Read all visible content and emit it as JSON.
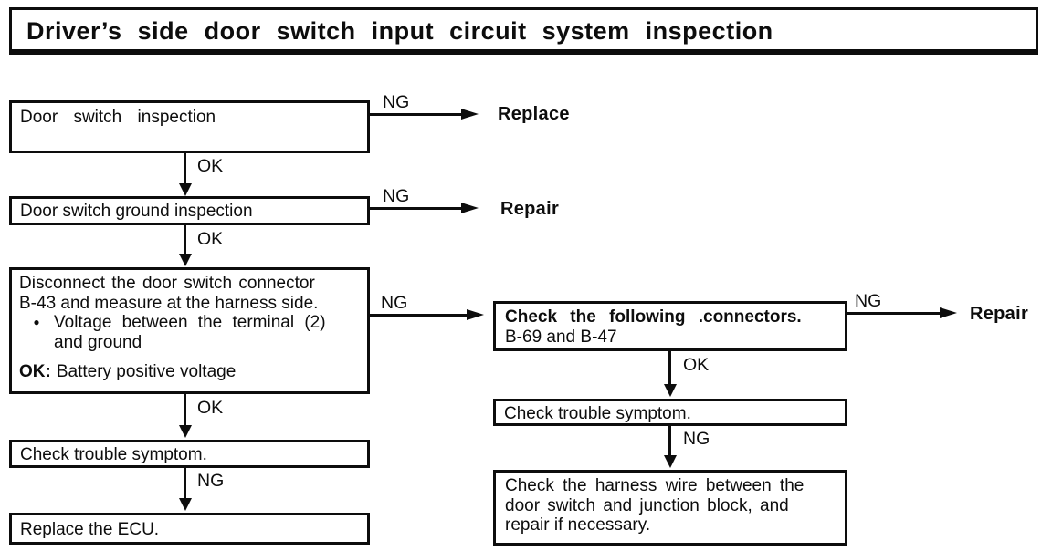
{
  "title": "Driver’s side door switch input circuit system inspection",
  "labels": {
    "ng": "NG",
    "ok": "OK"
  },
  "outcomes": {
    "replace": "Replace",
    "repair_top": "Repair",
    "repair_right": "Repair"
  },
  "boxes": {
    "door_switch_inspection": {
      "text": "Door switch inspection"
    },
    "door_switch_ground": {
      "text": "Door switch ground inspection"
    },
    "disconnect": {
      "line1": "Disconnect the door switch connector",
      "line2": "B-43 and measure at the harness side.",
      "bullet_glyph": "●",
      "bullet_line1": "Voltage between the terminal (2)",
      "bullet_line2": "and ground",
      "ok_prefix": "OK:",
      "ok_value": "Battery positive voltage"
    },
    "check_connectors": {
      "line1": "Check the following .connectors.",
      "line2": "B-69 and B-47"
    },
    "check_symptom_left": {
      "text": "Check trouble symptom."
    },
    "replace_ecu": {
      "text": "Replace the ECU."
    },
    "check_symptom_right": {
      "text": "Check trouble symptom."
    },
    "check_harness": {
      "line1": "Check the harness wire between the",
      "line2": "door switch and junction block, and",
      "line3": "repair if necessary."
    }
  },
  "colors": {
    "ink": "#0d0d0d",
    "background": "#ffffff"
  }
}
